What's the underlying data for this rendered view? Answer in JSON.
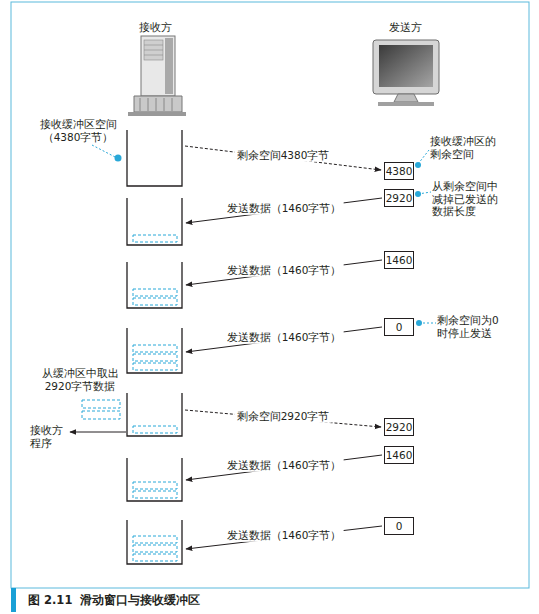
{
  "diagram": {
    "caption": "图 2.11  滑动窗口与接收缓冲区",
    "nodes": [
      {
        "text": [
          "4380"
        ]
      },
      {
        "text": [
          "2920"
        ]
      },
      {
        "text": [
          "1460"
        ]
      },
      {
        "text": [
          "0"
        ]
      },
      {
        "text": [
          "2920"
        ]
      },
      {
        "text": [
          "1460"
        ]
      },
      {
        "text": [
          "0"
        ]
      }
    ],
    "labels": [
      "接收方",
      "发送方",
      "接收缓冲区空间 （4380字节）",
      "接收缓冲区的 剩余空间",
      "剩余空间4380字节",
      "从剩余空间中 减掉已发送的 数据长度",
      "发送数据（1460字节）",
      "发送数据（1460字节）",
      "剩余空间为0 时停止发送",
      "发送数据（1460字节）",
      "从缓冲区中取出 2920字节数据",
      "剩余空间2920字节",
      "接收方 程序",
      "发送数据（1460字节）",
      "发送数据（1460字节）"
    ]
  }
}
